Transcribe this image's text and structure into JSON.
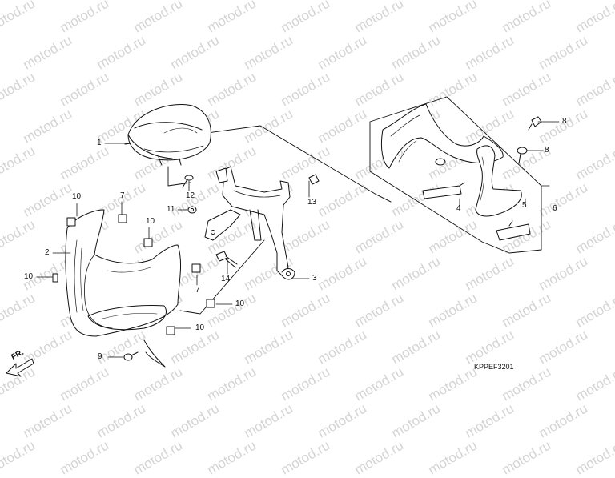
{
  "watermark": "motod.ru",
  "drawing_code": "KPPEF3201",
  "direction_label": "FR.",
  "callouts": {
    "c1": "1",
    "c2": "2",
    "c3": "3",
    "c4": "4",
    "c5": "5",
    "c6": "6",
    "c7a": "7",
    "c7b": "7",
    "c8a": "8",
    "c8b": "8",
    "c9": "9",
    "c10a": "10",
    "c10b": "10",
    "c10c": "10",
    "c10d": "10",
    "c10e": "10",
    "c11": "11",
    "c12": "12",
    "c13": "13",
    "c14": "14"
  }
}
